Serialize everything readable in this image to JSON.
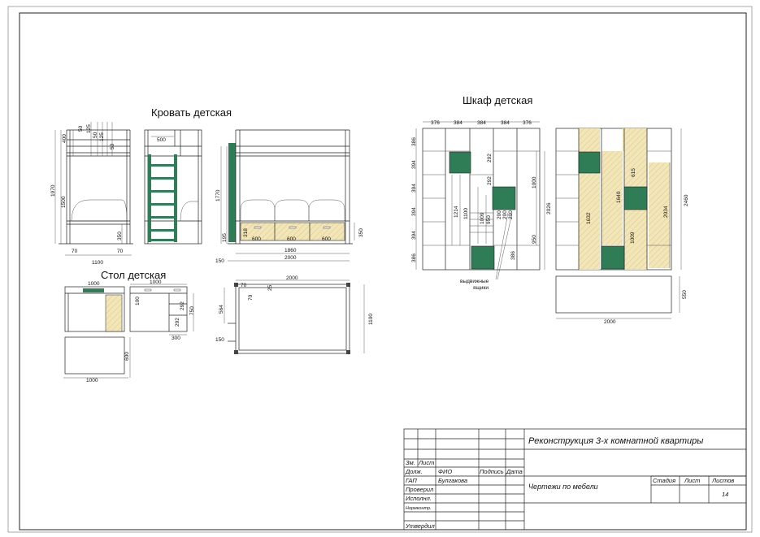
{
  "colors": {
    "green": "#2e7d57",
    "hatch": "#f2e6b8",
    "line": "#222222"
  },
  "titles": {
    "bed": "Кровать детская",
    "desk": "Стол детская",
    "wardrobe": "Шкаф детская",
    "drawers_label_1": "выдвижные",
    "drawers_label_2": "ящики"
  },
  "bed_dims": {
    "d400": "400",
    "d50a": "50",
    "d125": "125",
    "d50b": "50",
    "d125b": "125",
    "d50c": "50",
    "d1970": "1970",
    "d1500": "1500",
    "d350": "350",
    "d70a": "70",
    "d70b": "70",
    "d1100": "1100",
    "d500": "500",
    "d1770": "1770",
    "d195": "195",
    "d150": "150",
    "d1860": "1860",
    "d2000": "2000",
    "d318": "318",
    "d600a": "600",
    "d600b": "600",
    "d600c": "600",
    "d350r": "350"
  },
  "desk_dims": {
    "d1000a": "1000",
    "d1000b": "1000",
    "d100": "100",
    "d750": "750",
    "d292a": "292",
    "d292b": "292",
    "d300": "300",
    "d600": "600",
    "d1000c": "1000",
    "d2000": "2000",
    "d70a": "70",
    "d25": "25",
    "d70b": "70",
    "d564": "564",
    "d150": "150",
    "d1100": "1100"
  },
  "wardrobe_dims": {
    "d376a": "376",
    "d384a": "384",
    "d384b": "384",
    "d384c": "384",
    "d376b": "376",
    "d386a": "386",
    "d394a": "394",
    "d394b": "394",
    "d394c": "394",
    "d394d": "394",
    "d386b": "386",
    "d1214": "1214",
    "d1100": "1100",
    "d1009": "1009",
    "d950a": "950",
    "d292a": "292",
    "d292b": "292",
    "d200a": "200",
    "d200b": "200",
    "d200c": "200",
    "d1000": "1000",
    "d950b": "950",
    "d2026": "2026",
    "d386c": "386",
    "d615": "615",
    "d1640": "1640",
    "d1632": "1632",
    "d1009b": "1009",
    "d2034": "2034",
    "d2460": "2460",
    "d550": "550",
    "d2000": "2000"
  },
  "stamp": {
    "project": "Реконструкция 3-х комнатной квартиры",
    "sheet_title": "Чертежи по мебели",
    "izm": "Зм.",
    "list": "Лист",
    "dolzh": "Долж.",
    "fio": "ФИО",
    "podpis": "Подпись",
    "data": "Дата",
    "gap": "ГАП",
    "author": "Булгакова",
    "proveril": "Проверил",
    "ispolnil": "Исполнл.",
    "normkontr": "Нормконтр.",
    "utverdil": "Утвердил",
    "stadia": "Стадия",
    "list_h": "Лист",
    "listov": "Листов",
    "sheet_no": "14"
  }
}
